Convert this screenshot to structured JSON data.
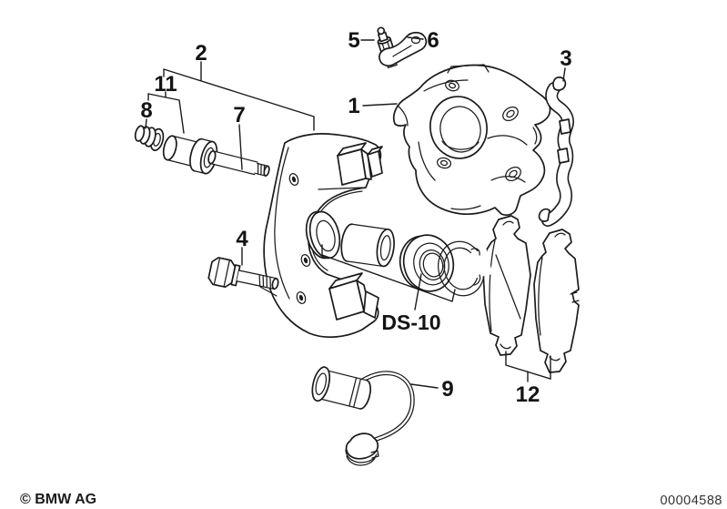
{
  "figure": {
    "kind": "brake-caliper-parts-diagram",
    "colors": {
      "background": "#ffffff",
      "line": "#1b1b1b"
    }
  },
  "callouts": {
    "c1": "1",
    "c2": "2",
    "c3": "3",
    "c4": "4",
    "c5": "5",
    "c6": "6",
    "c7": "7",
    "c8": "8",
    "c9": "9",
    "c11": "11",
    "c12": "12",
    "ds10": "DS-10"
  },
  "footer": {
    "copyright": "© BMW AG",
    "document_number": "00004588"
  }
}
